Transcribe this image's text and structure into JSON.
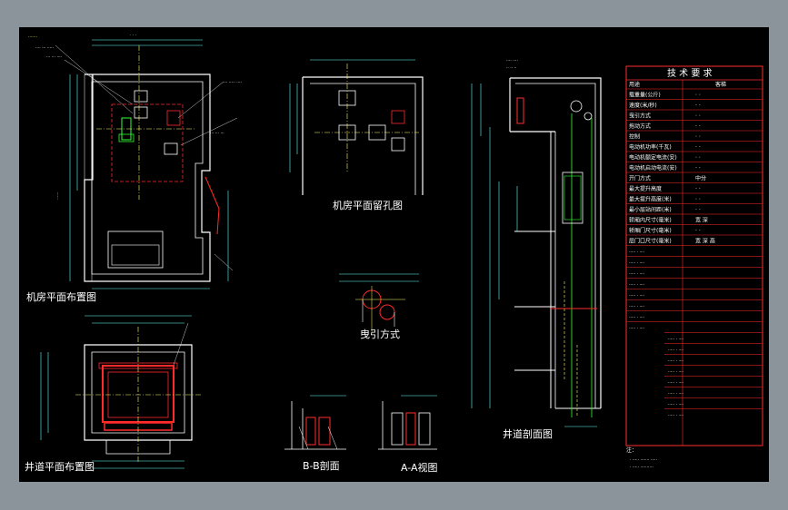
{
  "views": {
    "machine_room_layout": "机房平面布置图",
    "machine_room_holes": "机房平面留孔图",
    "traction_method": "曳引方式",
    "shaft_plan": "井道平面布置图",
    "section_bb": "B-B剖面",
    "view_aa": "A-A视图",
    "shaft_section": "井道剖面图"
  },
  "spec_table": {
    "title": "技 术 要 求",
    "header": [
      "用途",
      "客梯"
    ],
    "rows": [
      "载重量(公斤)",
      "速度(米/秒)",
      "曳引方式",
      "拖动方式",
      "控制",
      "电动机功率(千瓦)",
      "电动机额定电流(安)",
      "电动机启动电流(安)",
      "开门方式",
      "最大提升高度",
      "最大提升高度(米)",
      "最小层站间距(米)",
      "轿厢内尺寸(毫米)",
      "轿厢门尺寸(毫米)",
      "层门口尺寸(毫米)"
    ],
    "values_readable": [
      "中分",
      "宽",
      "深",
      "高"
    ],
    "notes_label": "注："
  },
  "colors": {
    "background": "#8b939b",
    "drawing": "#000000",
    "wall": "#ffffff",
    "dimension": "#66ffff",
    "car": "#ff2b2b",
    "centerline": "#ffff66",
    "rail": "#33ff33",
    "table_border": "#ff2b2b"
  }
}
